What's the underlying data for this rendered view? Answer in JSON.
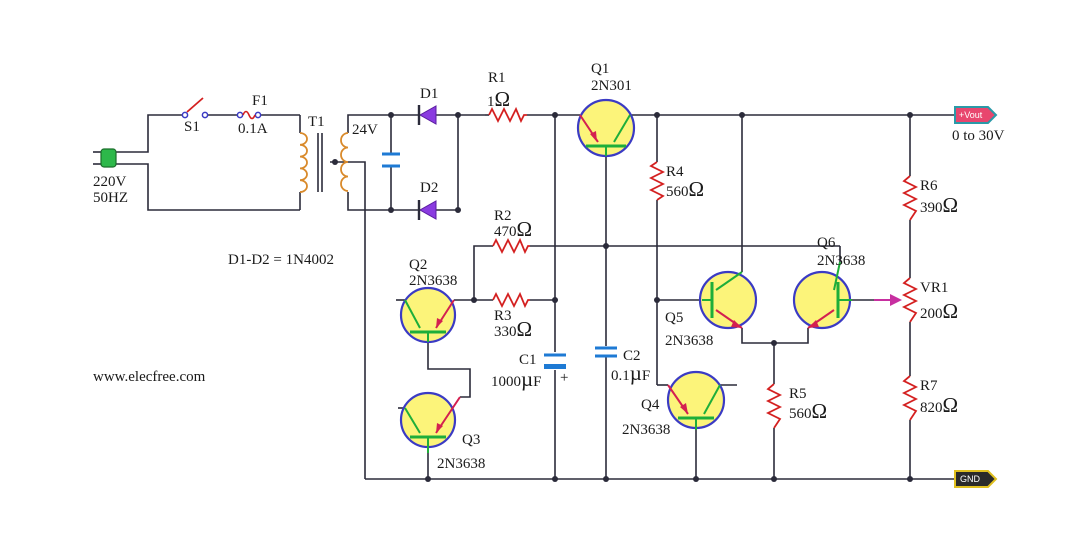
{
  "colors": {
    "wire": "#2b2b3a",
    "resistor": "#d42020",
    "transistor_body": "#fcf47a",
    "transistor_outline": "#3b3bc4",
    "transistor_leads": "#1eae3a",
    "diode": "#8a3be0",
    "capacitor": "#1e7ad4",
    "coil": "#d98a2b",
    "vout_tag": "#e8466e",
    "gnd_tag": "#2a2a2a"
  },
  "labels": {
    "input": [
      "220V",
      "50HZ"
    ],
    "switch": "S1",
    "fuse": "F1",
    "fuse_value": "0.1A",
    "transformer": "T1",
    "secondary": "24V",
    "diode1": "D1",
    "diode2": "D2",
    "diode_note": "D1-D2 = 1N4002",
    "r1": "R1",
    "r1_value": "1",
    "q1": "Q1",
    "q1_type": "2N301",
    "vout_tag": "+Vout",
    "vout_range": "0 to 30V",
    "r2": "R2",
    "r2_value": "470",
    "r3": "R3",
    "r3_value": "330",
    "r4": "R4",
    "r4_value": "560",
    "r5": "R5",
    "r5_value": "560",
    "r6": "R6",
    "r6_value": "390",
    "r7": "R7",
    "r7_value": "820",
    "vr1": "VR1",
    "vr1_value": "200",
    "q2": "Q2",
    "q2_type": "2N3638",
    "q3": "Q3",
    "q3_type": "2N3638",
    "q4": "Q4",
    "q4_type": "2N3638",
    "q5": "Q5",
    "q5_type": "2N3638",
    "q6": "Q6",
    "q6_type": "2N3638",
    "c1": "C1",
    "c1_value": "1000",
    "c2": "C2",
    "c2_value": "0.1",
    "gnd_tag": "GND",
    "website": "www.elecfree.com",
    "ohm": "Ω",
    "micro": "µ",
    "farad": "F",
    "plus": "+"
  }
}
